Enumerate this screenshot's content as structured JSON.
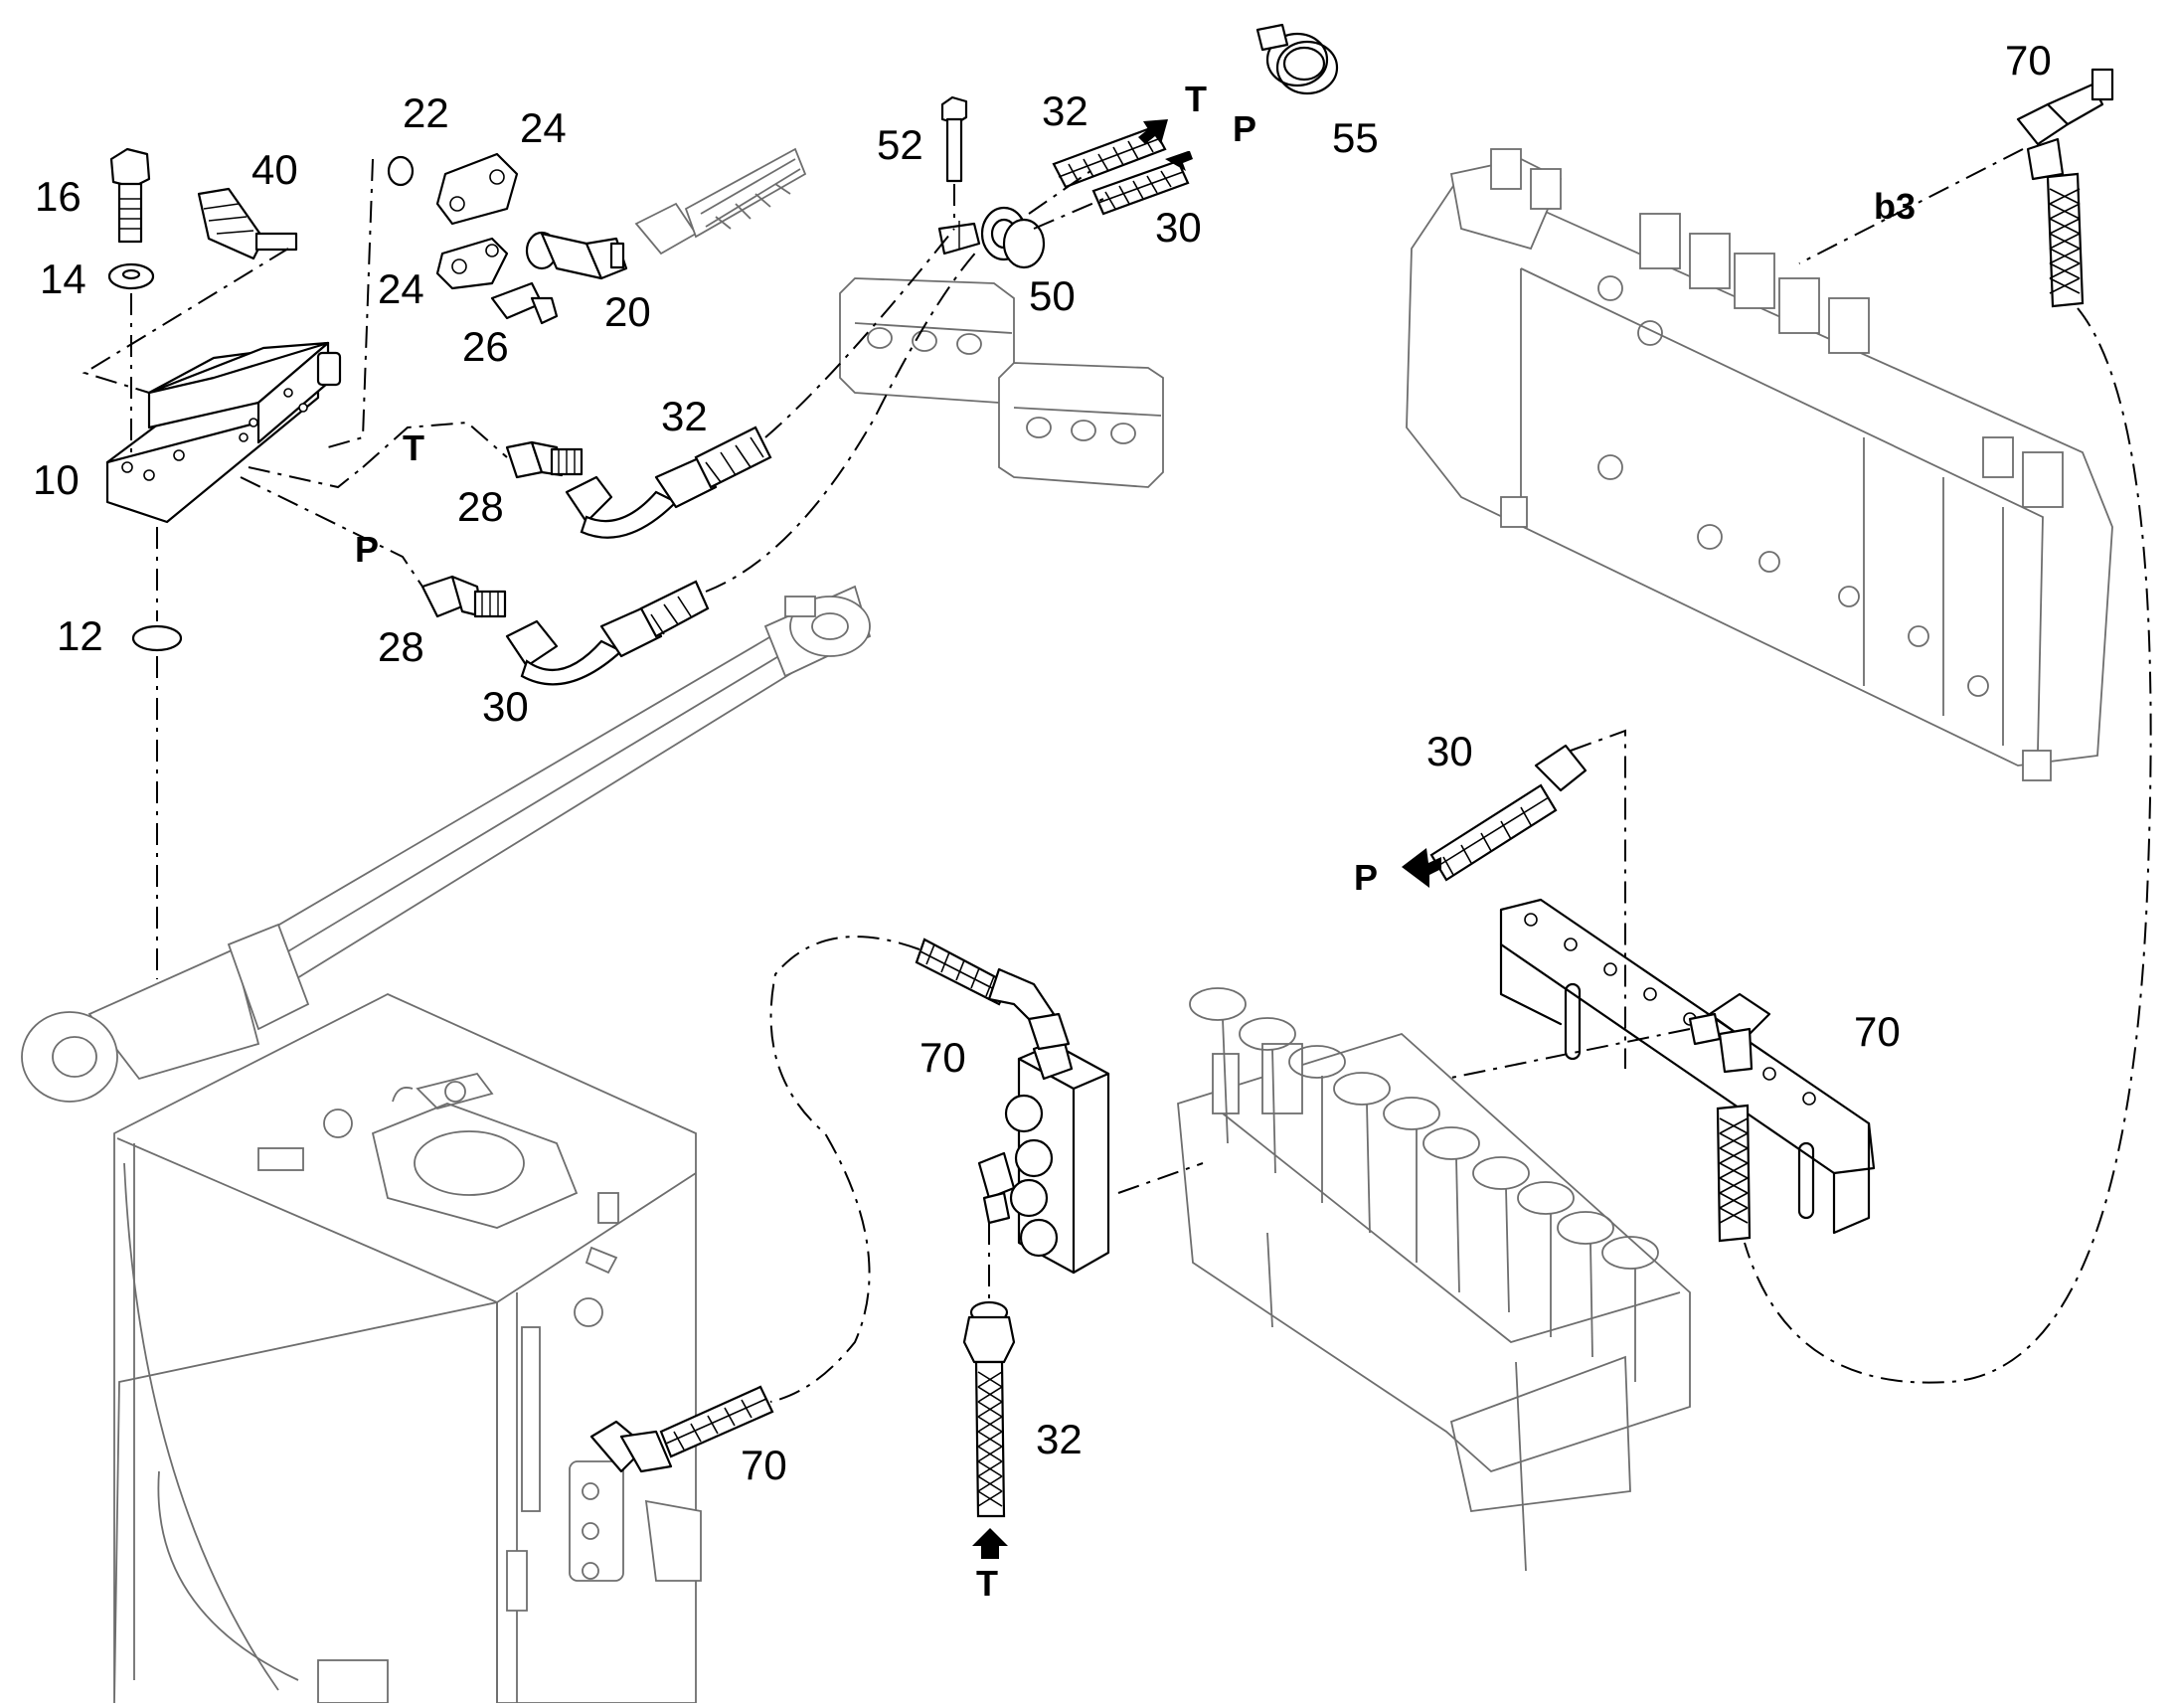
{
  "callouts": [
    {
      "id": "16",
      "text": "16"
    },
    {
      "id": "14",
      "text": "14"
    },
    {
      "id": "40",
      "text": "40"
    },
    {
      "id": "10",
      "text": "10"
    },
    {
      "id": "12",
      "text": "12"
    },
    {
      "id": "22",
      "text": "22"
    },
    {
      "id": "24a",
      "text": "24"
    },
    {
      "id": "24b",
      "text": "24"
    },
    {
      "id": "26",
      "text": "26"
    },
    {
      "id": "20",
      "text": "20"
    },
    {
      "id": "28a",
      "text": "28"
    },
    {
      "id": "28b",
      "text": "28"
    },
    {
      "id": "32a",
      "text": "32"
    },
    {
      "id": "30a",
      "text": "30"
    },
    {
      "id": "52",
      "text": "52"
    },
    {
      "id": "50",
      "text": "50"
    },
    {
      "id": "32b",
      "text": "32"
    },
    {
      "id": "30b",
      "text": "30"
    },
    {
      "id": "55",
      "text": "55"
    },
    {
      "id": "70a",
      "text": "70"
    },
    {
      "id": "b3",
      "text": "b3"
    },
    {
      "id": "30c",
      "text": "30"
    },
    {
      "id": "70b",
      "text": "70"
    },
    {
      "id": "70c",
      "text": "70"
    },
    {
      "id": "70d",
      "text": "70"
    },
    {
      "id": "32c",
      "text": "32"
    }
  ],
  "port_labels": [
    {
      "id": "T1",
      "text": "T"
    },
    {
      "id": "P1",
      "text": "P"
    },
    {
      "id": "T2",
      "text": "T"
    },
    {
      "id": "P2",
      "text": "P"
    },
    {
      "id": "P3",
      "text": "P"
    },
    {
      "id": "T3",
      "text": "T"
    }
  ]
}
